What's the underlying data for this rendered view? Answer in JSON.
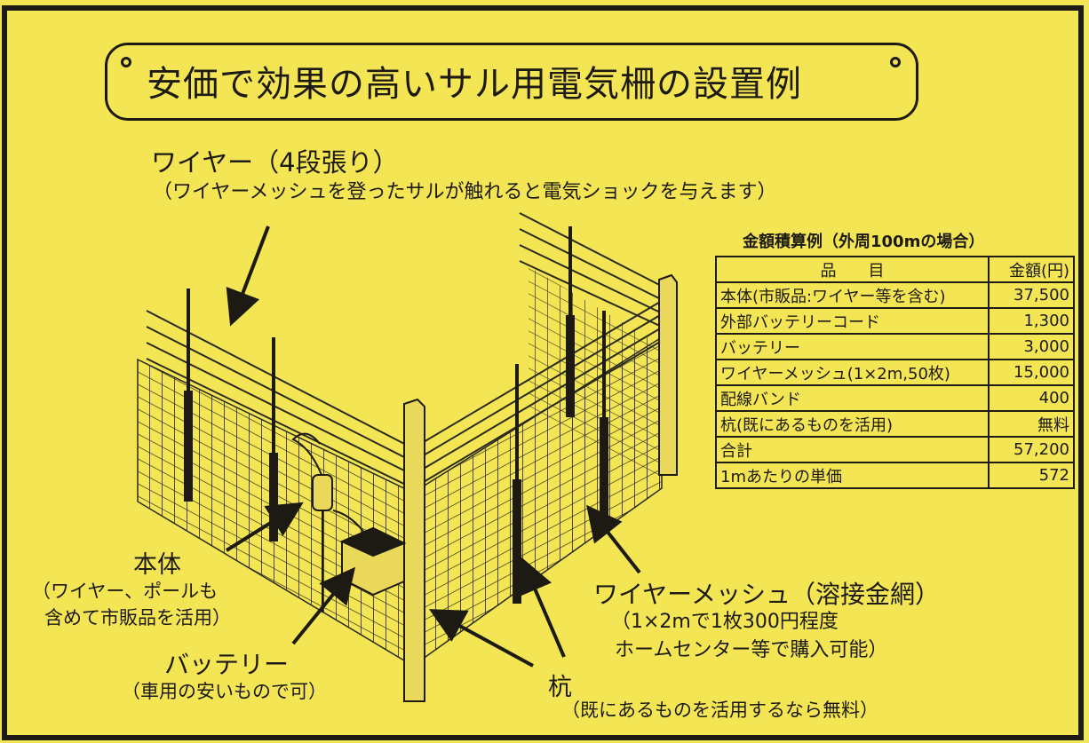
{
  "title": "安価で効果の高いサル用電気柵の設置例",
  "wire": {
    "label": "ワイヤー（4段張り）",
    "note": "（ワイヤーメッシュを登ったサルが触れると電気ショックを与えます）"
  },
  "main_unit": {
    "label": "本体",
    "note_line1": "（ワイヤー、ポールも",
    "note_line2": "含めて市販品を活用）"
  },
  "battery": {
    "label": "バッテリー",
    "note": "（車用の安いもので可）"
  },
  "stake": {
    "label": "杭",
    "note": "（既にあるものを活用するなら無料）"
  },
  "mesh": {
    "label": "ワイヤーメッシュ（溶接金網）",
    "note_line1": "（1×2mで1枚300円程度",
    "note_line2": "ホームセンター等で購入可能）"
  },
  "cost_table": {
    "title": "金額積算例（外周100mの場合）",
    "headers": [
      "品　　目",
      "金額(円)"
    ],
    "rows": [
      {
        "item": "本体(市販品:ワイヤー等を含む)",
        "amount": "37,500"
      },
      {
        "item": "外部バッテリーコード",
        "amount": "1,300"
      },
      {
        "item": "バッテリー",
        "amount": "3,000"
      },
      {
        "item": "ワイヤーメッシュ(1×2m,50枚)",
        "amount": "15,000"
      },
      {
        "item": "配線バンド",
        "amount": "400"
      },
      {
        "item": "杭(既にあるものを活用)",
        "amount": "無料"
      },
      {
        "item": "合計",
        "amount": "57,200"
      },
      {
        "item": "1mあたりの単価",
        "amount": "572"
      }
    ]
  }
}
